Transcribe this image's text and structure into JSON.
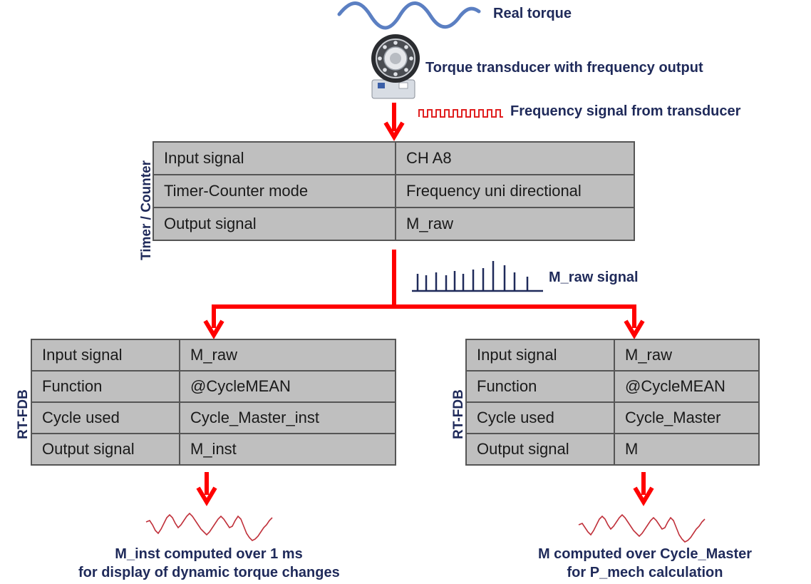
{
  "top": {
    "real_torque_label": "Real torque",
    "transducer_label": "Torque transducer with frequency output",
    "frequency_label": "Frequency signal from transducer"
  },
  "timer_counter": {
    "side_label": "Timer / Counter",
    "rows": [
      {
        "key": "Input signal",
        "value": "CH A8"
      },
      {
        "key": "Timer-Counter mode",
        "value": "Frequency uni directional"
      },
      {
        "key": "Output signal",
        "value": "M_raw"
      }
    ]
  },
  "m_raw_label": "M_raw signal",
  "left_block": {
    "side_label": "RT-FDB",
    "rows": [
      {
        "key": "Input signal",
        "value": "M_raw"
      },
      {
        "key": "Function",
        "value": "@CycleMEAN"
      },
      {
        "key": "Cycle used",
        "value": "Cycle_Master_inst"
      },
      {
        "key": "Output signal",
        "value": "M_inst"
      }
    ],
    "caption_line1": "M_inst computed over 1 ms",
    "caption_line2": "for display of dynamic torque changes"
  },
  "right_block": {
    "side_label": "RT-FDB",
    "rows": [
      {
        "key": "Input signal",
        "value": "M_raw"
      },
      {
        "key": "Function",
        "value": "@CycleMEAN"
      },
      {
        "key": "Cycle used",
        "value": "Cycle_Master"
      },
      {
        "key": "Output signal",
        "value": "M"
      }
    ],
    "caption_line1": "M computed over Cycle_Master",
    "caption_line2": "for P_mech calculation"
  },
  "colors": {
    "arrow": "#ff0000",
    "navy": "#1f2a5a",
    "wave_blue": "#5b7fc2",
    "table_fill": "#bfbfbf",
    "table_border": "#555555"
  }
}
